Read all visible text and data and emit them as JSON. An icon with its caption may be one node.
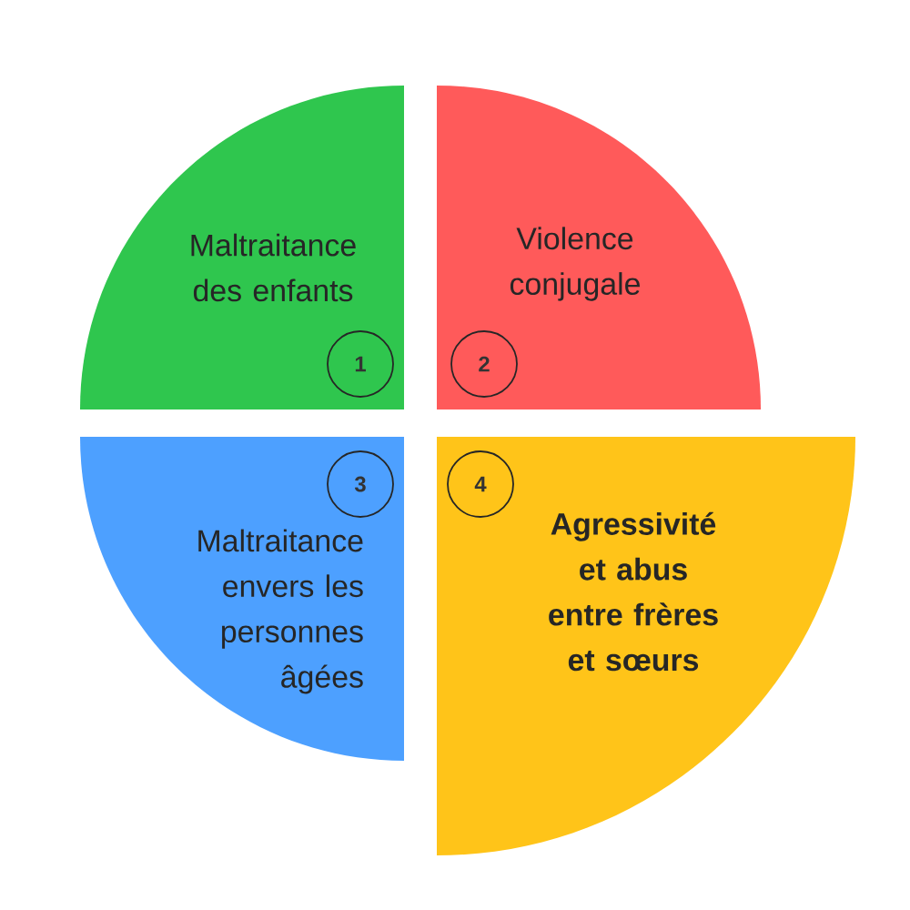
{
  "diagram": {
    "nodes": [
      {
        "text": [
          "Maltraitance des enfants"
        ]
      },
      {
        "text": [
          "1"
        ],
        "in": 0
      },
      {
        "text": [
          "Violence conjugale"
        ]
      },
      {
        "text": [
          "2"
        ],
        "in": 2
      },
      {
        "text": [
          "Maltraitance envers les personnes âgées"
        ]
      },
      {
        "text": [
          "3"
        ],
        "in": 4
      },
      {
        "text": [
          "Agressivité et abus entre frères et sœurs"
        ]
      },
      {
        "text": [
          "4"
        ],
        "in": 6
      }
    ]
  }
}
